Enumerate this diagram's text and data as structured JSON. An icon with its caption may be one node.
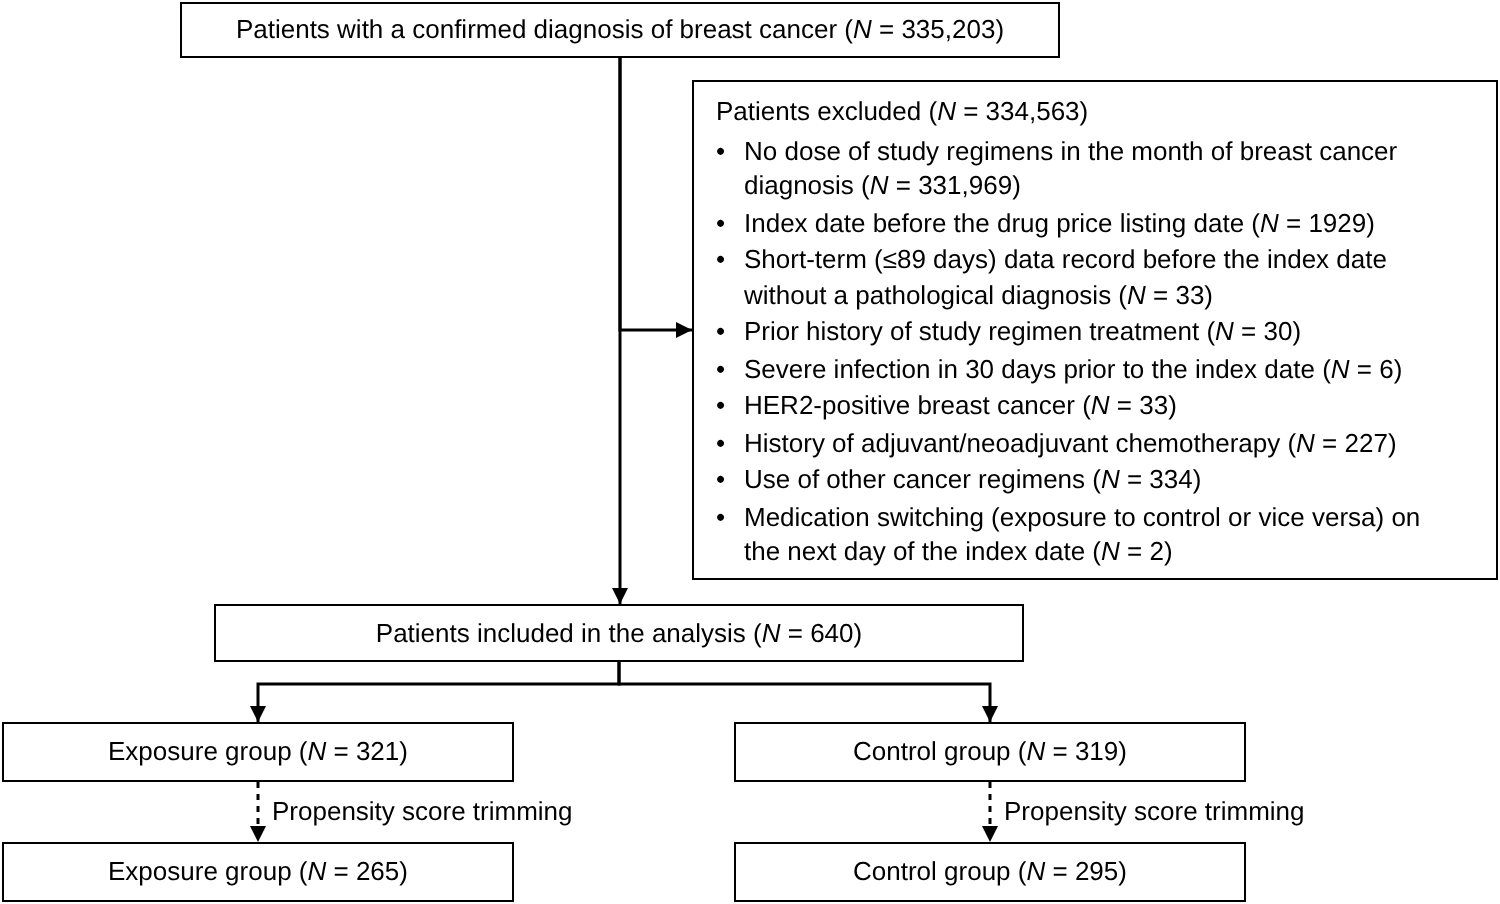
{
  "diagram": {
    "nodes": [
      {
        "text": [
          "Patients with a confirmed diagnosis of breast cancer (*N* = 335,203)"
        ]
      },
      {
        "text": [
          "Patients excluded (*N* = 334,563)",
          "No dose of study regimens in the month of breast cancer diagnosis (*N* = 331,969)",
          "Index date before the drug price listing date (*N* = 1929)",
          "Short-term (≤89 days) data record before the index date without a pathological diagnosis (*N* = 33)",
          "Prior history of study regimen treatment (*N* = 30)",
          "Severe infection in 30 days prior to the index date (*N* = 6)",
          "HER2-positive breast cancer (*N* = 33)",
          "History of adjuvant/neoadjuvant chemotherapy (*N* = 227)",
          "Use of other cancer regimens (*N* = 334)",
          "Medication switching (exposure to control or vice versa) on the next day of the index date (*N* = 2)"
        ]
      },
      {
        "text": [
          "Patients included in the analysis (*N* = 640)"
        ]
      },
      {
        "text": [
          "Exposure group (*N* = 321)"
        ]
      },
      {
        "text": [
          "Control group (*N* = 319)"
        ]
      },
      {
        "text": [
          "Exposure group (*N* = 265)"
        ]
      },
      {
        "text": [
          "Control group (*N* = 295)"
        ]
      }
    ],
    "edges": [
      {
        "from": 0,
        "to": 1,
        "arrow": "to"
      },
      {
        "from": 0,
        "to": 2,
        "arrow": "to"
      },
      {
        "from": 2,
        "to": 3,
        "arrow": "to"
      },
      {
        "from": 2,
        "to": 4,
        "arrow": "to"
      },
      {
        "from": 3,
        "to": 5,
        "arrow": "to",
        "style": "dashed",
        "label": "Propensity score trimming"
      },
      {
        "from": 4,
        "to": 6,
        "arrow": "to",
        "style": "dashed",
        "label": "Propensity score trimming"
      }
    ],
    "labels": [
      "•",
      "•",
      "•",
      "•",
      "•",
      "•",
      "•",
      "•",
      "•"
    ]
  }
}
